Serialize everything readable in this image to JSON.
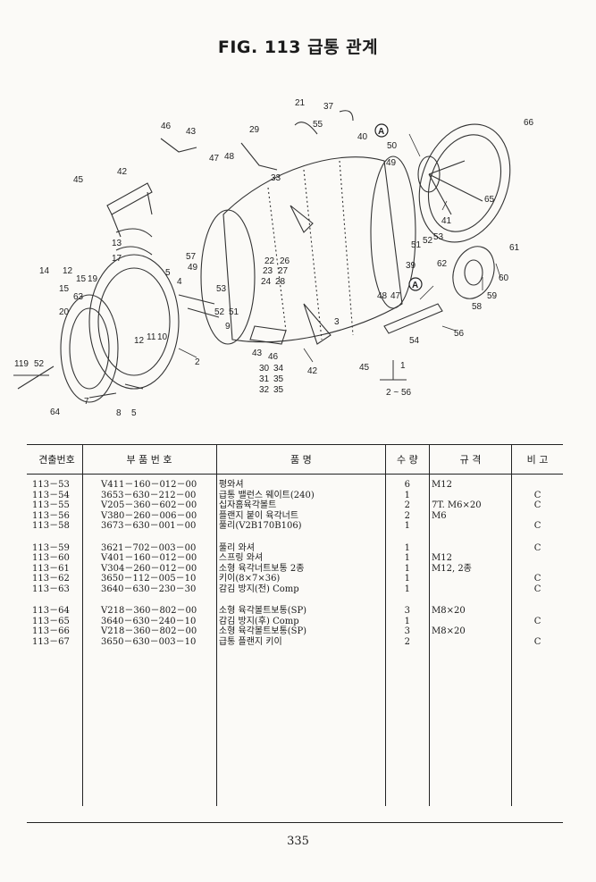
{
  "title": "FIG. 113 급통 관계",
  "diagram": {
    "callouts": [
      "21",
      "37",
      "55",
      "29",
      "46",
      "43",
      "47",
      "48",
      "33",
      "42",
      "45",
      "40",
      "49",
      "50",
      "66",
      "65",
      "41",
      "51",
      "52",
      "53",
      "13",
      "17",
      "57",
      "49",
      "22",
      "26",
      "23",
      "27",
      "24",
      "28",
      "53",
      "14",
      "12",
      "15",
      "19",
      "15",
      "63",
      "20",
      "12",
      "11",
      "10",
      "52",
      "51",
      "9",
      "43",
      "46",
      "30",
      "34",
      "31",
      "35",
      "32",
      "35",
      "2",
      "42",
      "45",
      "39",
      "48",
      "47",
      "62",
      "61",
      "60",
      "58",
      "59",
      "54",
      "56",
      "3",
      "1",
      "2 ~ 56",
      "119",
      "52",
      "64",
      "7",
      "8",
      "5",
      "5",
      "4"
    ],
    "markers": [
      "A",
      "A"
    ]
  },
  "table": {
    "headers": [
      "견출번호",
      "부 품 번 호",
      "품 명",
      "수 량",
      "규 격",
      "비 고"
    ],
    "rows": [
      {
        "no": "113－53",
        "part": "V411－160－012－00",
        "name": "평와셔",
        "qty": "6",
        "spec": "M12",
        "note": ""
      },
      {
        "no": "113－54",
        "part": "3653－630－212－00",
        "name": "급통 밸런스 웨이트(240)",
        "qty": "1",
        "spec": "",
        "note": "C"
      },
      {
        "no": "113－55",
        "part": "V205－360－602－00",
        "name": "십자홈육각볼트",
        "qty": "2",
        "spec": "7T. M6×20",
        "note": "C"
      },
      {
        "no": "113－56",
        "part": "V380－260－006－00",
        "name": "플랜지 붙이 육각너트",
        "qty": "2",
        "spec": "M6",
        "note": ""
      },
      {
        "no": "113－58",
        "part": "3673－630－001－00",
        "name": "풀리(V2B170B106)",
        "qty": "1",
        "spec": "",
        "note": "C"
      },
      {
        "no": "113－59",
        "part": "3621－702－003－00",
        "name": "풀리 와셔",
        "qty": "1",
        "spec": "",
        "note": "C"
      },
      {
        "no": "113－60",
        "part": "V401－160－012－00",
        "name": "스프링 와셔",
        "qty": "1",
        "spec": "M12",
        "note": ""
      },
      {
        "no": "113－61",
        "part": "V304－260－012－00",
        "name": "소형 육각너트보통 2종",
        "qty": "1",
        "spec": "M12, 2종",
        "note": ""
      },
      {
        "no": "113－62",
        "part": "3650－112－005－10",
        "name": "키이(8×7×36)",
        "qty": "1",
        "spec": "",
        "note": "C"
      },
      {
        "no": "113－63",
        "part": "3640－630－230－30",
        "name": "감김 방지(전) Comp",
        "qty": "1",
        "spec": "",
        "note": "C"
      },
      {
        "no": "113－64",
        "part": "V218－360－802－00",
        "name": "소형 육각볼트보통(SP)",
        "qty": "3",
        "spec": "M8×20",
        "note": ""
      },
      {
        "no": "113－65",
        "part": "3640－630－240－10",
        "name": "감김 방지(후) Comp",
        "qty": "1",
        "spec": "",
        "note": "C"
      },
      {
        "no": "113－66",
        "part": "V218－360－802－00",
        "name": "소형 육각볼트보통(SP)",
        "qty": "3",
        "spec": "M8×20",
        "note": ""
      },
      {
        "no": "113－67",
        "part": "3650－630－003－10",
        "name": "급통 플랜지 키이",
        "qty": "2",
        "spec": "",
        "note": "C"
      }
    ]
  },
  "page_number": "335"
}
